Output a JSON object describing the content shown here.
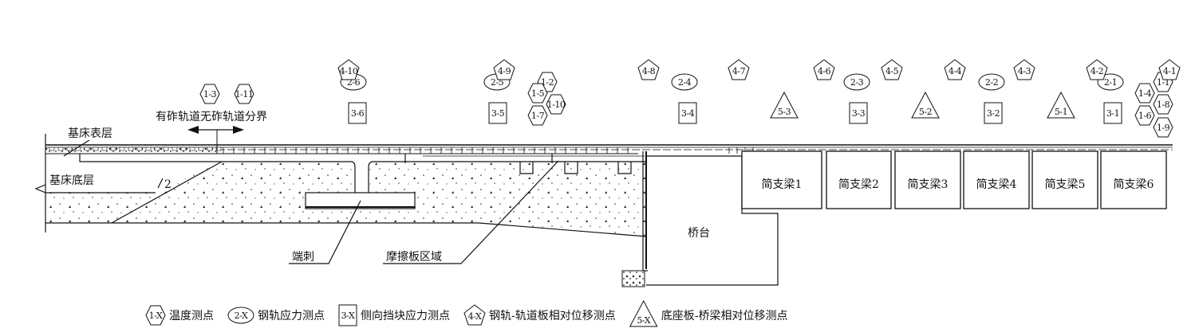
{
  "labels": {
    "boundary": "有砟轨道无砟轨道分界",
    "subgrade_surface": "基床表层",
    "subgrade_bottom": "基床底层",
    "end_spike": "端刺",
    "friction_plate": "摩擦板区域",
    "abutment": "桥台",
    "slope_ratio": "2",
    "beams": [
      "简支梁1",
      "简支梁2",
      "简支梁3",
      "简支梁4",
      "简支梁5",
      "简支梁6"
    ]
  },
  "markers": {
    "temperature": [
      "1-1",
      "1-2",
      "1-3",
      "1-4",
      "1-5",
      "1-6",
      "1-7",
      "1-8",
      "1-9",
      "1-10",
      "1-11"
    ],
    "rail_stress": [
      "2-1",
      "2-2",
      "2-3",
      "2-4",
      "2-5",
      "2-6"
    ],
    "block_stress": [
      "3-1",
      "3-2",
      "3-3",
      "3-4",
      "3-5",
      "3-6"
    ],
    "rail_slab_disp": [
      "4-1",
      "4-2",
      "4-3",
      "4-4",
      "4-5",
      "4-6",
      "4-7",
      "4-8",
      "4-9",
      "4-10"
    ],
    "base_bridge_disp": [
      "5-1",
      "5-2",
      "5-3"
    ]
  },
  "legend": [
    {
      "symbol": "1-X",
      "shape": "hexagon",
      "label": "温度测点"
    },
    {
      "symbol": "2-X",
      "shape": "ellipse",
      "label": "钢轨应力测点"
    },
    {
      "symbol": "3-X",
      "shape": "square",
      "label": "侧向挡块应力测点"
    },
    {
      "symbol": "4-X",
      "shape": "pentagon",
      "label": "钢轨-轨道板相对位移测点"
    },
    {
      "symbol": "5-X",
      "shape": "triangle",
      "label": "底座板-桥梁相对位移测点"
    }
  ]
}
